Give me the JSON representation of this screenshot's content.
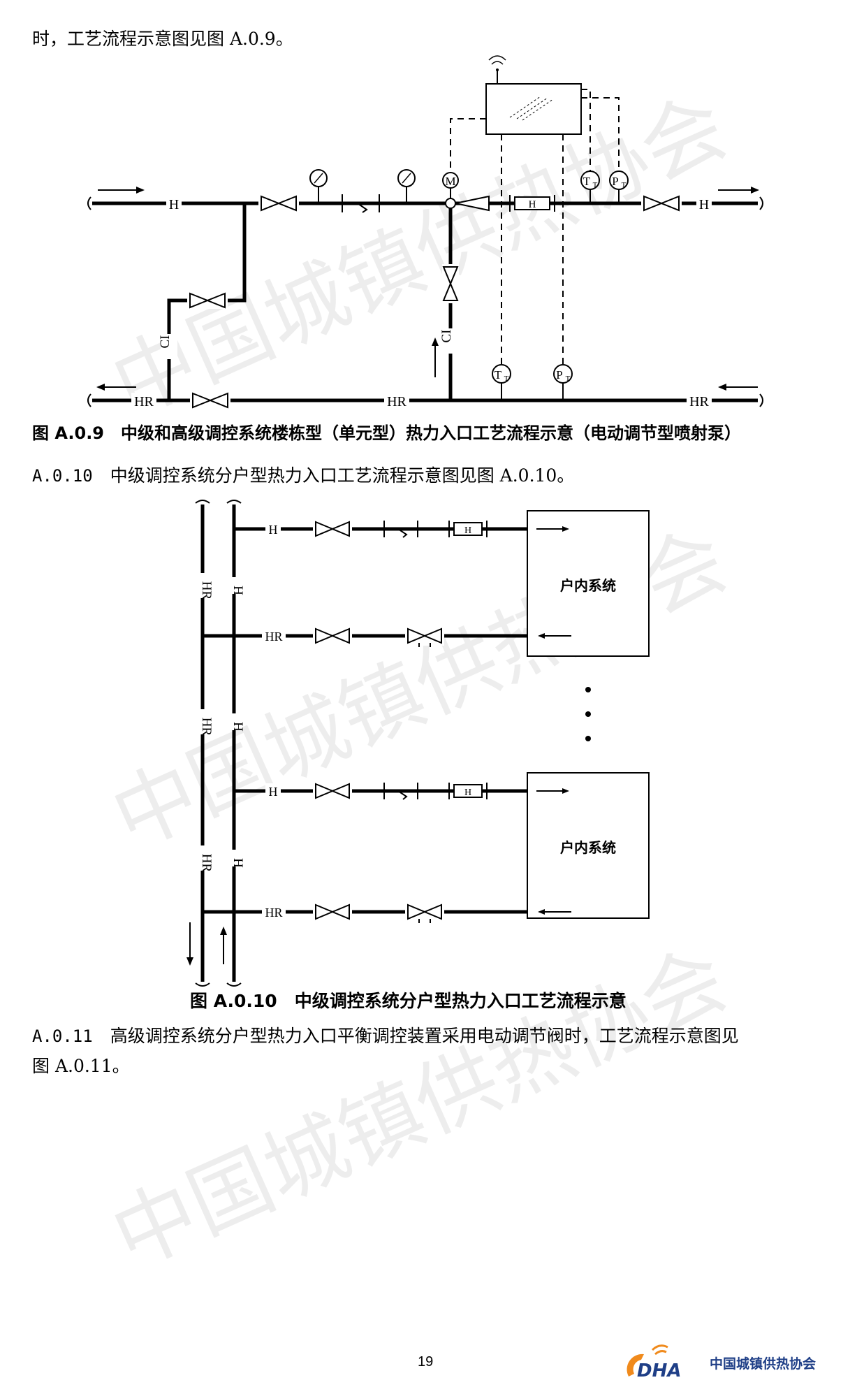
{
  "text": {
    "line1": "时，工艺流程示意图见图 A.0.9。",
    "caption1": "图 A.0.9　中级和高级调控系统楼栋型（单元型）热力入口工艺流程示意（电动调节型喷射泵）",
    "para2_num": "A.0.10",
    "para2_text": "中级调控系统分户型热力入口工艺流程示意图见图 A.0.10。",
    "caption2": "图 A.0.10　中级调控系统分户型热力入口工艺流程示意",
    "para3_num": "A.0.11",
    "para3_text": "高级调控系统分户型热力入口平衡调控装置采用电动调节阀时，工艺流程示意图见",
    "para3_text2": "图 A.0.11。"
  },
  "diagram1": {
    "label_h": "H",
    "label_hr": "HR",
    "label_ci": "CI",
    "label_m": "M",
    "label_tt": "T",
    "label_tt_sub": "T",
    "label_pt": "P",
    "label_pt_sub": "T",
    "label_meter": "H"
  },
  "diagram2": {
    "label_h": "H",
    "label_hr": "HR",
    "label_meter": "H",
    "unit_label": "户内系统"
  },
  "watermark": "中国城镇供热协会",
  "footer": {
    "page_number": "19",
    "logo_letters": "DHA",
    "logo_text": "中国城镇供热协会"
  }
}
